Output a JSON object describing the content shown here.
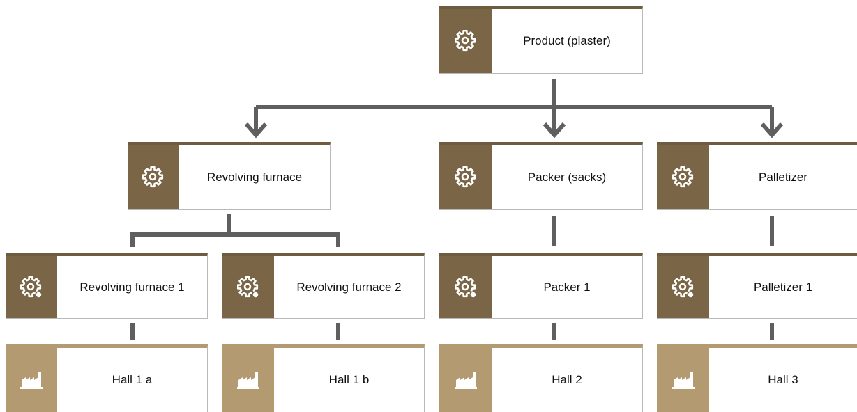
{
  "colors": {
    "connector": "#5f5f5f",
    "process_header": "#6e5c40",
    "process_icon_bg": "#7a6646",
    "location_header": "#b39a70",
    "location_icon_bg": "#b39a70",
    "border": "#b9b9b9"
  },
  "nodes": {
    "root": {
      "label": "Product (plaster)",
      "icon": "gear-icon"
    },
    "revolving_furnace": {
      "label": "Revolving furnace",
      "icon": "gear-icon"
    },
    "packer_sacks": {
      "label": "Packer (sacks)",
      "icon": "gear-icon"
    },
    "palletizer": {
      "label": "Palletizer",
      "icon": "gear-icon"
    },
    "revolving_furnace_1": {
      "label": "Revolving furnace 1",
      "icon": "gear-dot-icon"
    },
    "revolving_furnace_2": {
      "label": "Revolving furnace 2",
      "icon": "gear-dot-icon"
    },
    "packer_1": {
      "label": "Packer 1",
      "icon": "gear-dot-icon"
    },
    "palletizer_1": {
      "label": "Palletizer 1",
      "icon": "gear-dot-icon"
    },
    "hall_1a": {
      "label": "Hall 1 a",
      "icon": "factory-icon"
    },
    "hall_1b": {
      "label": "Hall 1 b",
      "icon": "factory-icon"
    },
    "hall_2": {
      "label": "Hall 2",
      "icon": "factory-icon"
    },
    "hall_3": {
      "label": "Hall 3",
      "icon": "factory-icon"
    }
  }
}
